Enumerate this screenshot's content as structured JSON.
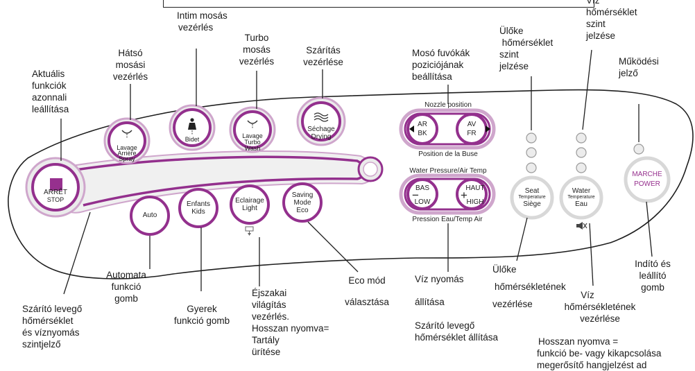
{
  "colors": {
    "ring": "#93308d",
    "ring_light": "#cfa6cc",
    "panel_stroke": "#1e1e1e",
    "stop_square": "#96308e",
    "marche": "#96308e"
  },
  "buttons": {
    "stop": {
      "line1": "ARRÊT",
      "line2": "STOP"
    },
    "spray": {
      "line1": "Lavage",
      "line2": "Arrière",
      "line3": "Spray"
    },
    "bidet": {
      "label": "Bidet"
    },
    "turbo": {
      "line1": "Lavage",
      "line2": "Turbo",
      "line3": "Wash"
    },
    "drying": {
      "line1": "Séchage",
      "line2": "Drying"
    },
    "auto": {
      "label": "Auto"
    },
    "kids": {
      "line1": "Enfants",
      "line2": "Kids"
    },
    "light": {
      "line1": "Eclairage",
      "line2": "Light"
    },
    "eco": {
      "line1": "Saving",
      "line2": "Mode",
      "line3": "Eco"
    },
    "nozzle": {
      "title": "Nozzle position",
      "left_top": "AR",
      "left_bottom": "BK",
      "right_top": "AV",
      "right_bottom": "FR",
      "subtitle": "Position de la Buse"
    },
    "pressure": {
      "title": "Water Pressure/Air Temp",
      "left_top": "BAS",
      "left_bottom": "LOW",
      "right_top": "HAUT",
      "right_bottom": "HIGH",
      "subtitle": "Pression Eau/Temp Air",
      "minus": "−",
      "plus": "+"
    },
    "seat": {
      "line1": "Seat",
      "line2": "Temperature",
      "line3": "Siège"
    },
    "water": {
      "line1": "Water",
      "line2": "Temperature",
      "line3": "Eau"
    },
    "power": {
      "line1": "MARCHE",
      "line2": "POWER"
    }
  },
  "labels": {
    "stop_all": [
      "Aktuális",
      "funkciók",
      "azonnali",
      "leállítása"
    ],
    "rear_wash": [
      "Hátsó",
      "mosási",
      "vezérlés"
    ],
    "intim_wash": [
      "Intim mosás",
      "vezérlés"
    ],
    "turbo_wash": [
      "Turbo",
      "mosás",
      "vezérlés"
    ],
    "drying": [
      "Szárítás",
      "vezérlése"
    ],
    "nozzle_pos": [
      "Mosó fuvókák",
      "poziciójának",
      "beállítása"
    ],
    "seat_level": [
      "Ülőke",
      " hőmérséklet",
      "szint",
      "jelzése"
    ],
    "water_level": [
      "Víz",
      "hőmérséklet",
      "szint",
      "jelzése"
    ],
    "operation": [
      "Működési",
      "jelző"
    ],
    "auto_fn": [
      "Automata",
      "funkció",
      "gomb"
    ],
    "dryer_indicator": [
      "Szárító levegő",
      "hőmérséklet",
      "és víznyomás",
      "szintjelző"
    ],
    "kids_fn": [
      "Gyerek",
      "funkció gomb"
    ],
    "night_light": [
      "Éjszakai",
      "világítás",
      "vezérlés.",
      "Hosszan nyomva=",
      "Tartály",
      "ürítése"
    ],
    "eco_mode": [
      "Eco mód",
      "választása"
    ],
    "water_pressure_1": "Víz nyomás",
    "water_pressure_2": "állítása",
    "dryer_temp": [
      "Szárító levegő",
      "hőmérséklet állítása"
    ],
    "seat_temp": [
      "Ülőke",
      "hőmérsékletének",
      "vezérlése"
    ],
    "water_temp": [
      "Víz",
      "hőmérsékletének",
      "vezérlése"
    ],
    "power_btn": [
      "Indító és",
      "leállító",
      "gomb"
    ],
    "long_press": [
      "Hosszan nyomva =",
      "funkció be- vagy kikapcsolása",
      "megerősítő hangjelzést ad"
    ]
  }
}
